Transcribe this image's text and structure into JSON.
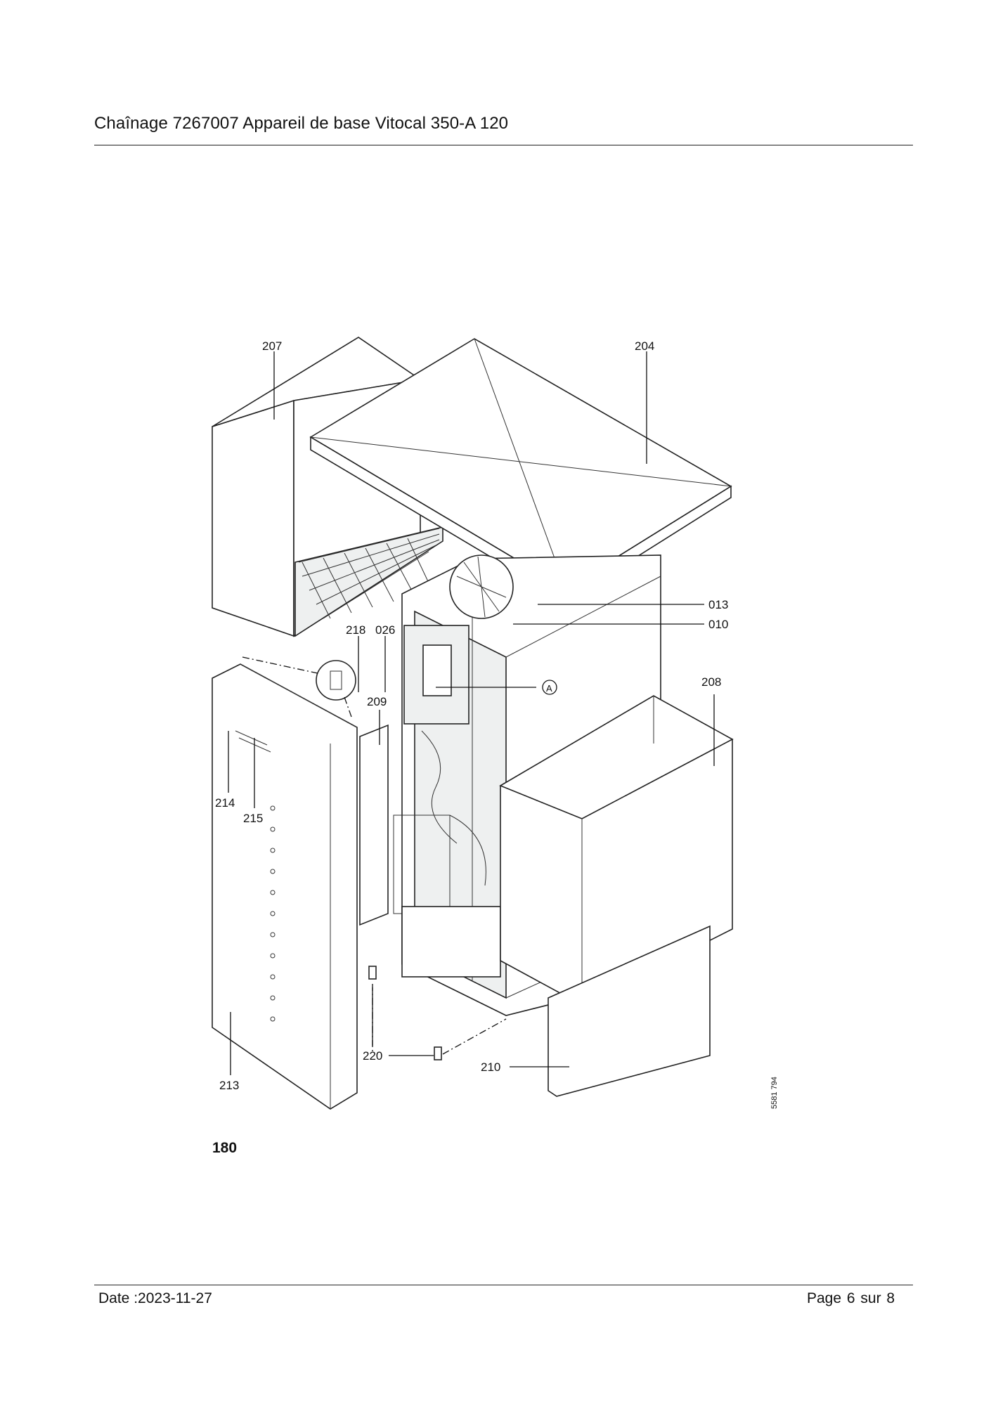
{
  "header": {
    "title": "Chaînage 7267007 Appareil de base Vitocal 350-A 120"
  },
  "figure": {
    "figure_number": "180",
    "drawing_id": "5581 794",
    "callouts": {
      "c207": "207",
      "c204": "204",
      "c013": "013",
      "c010": "010",
      "c218": "218",
      "c026": "026",
      "cA": "A",
      "c208": "208",
      "c209": "209",
      "c214": "214",
      "c215": "215",
      "c220": "220",
      "c210": "210",
      "c213": "213"
    }
  },
  "footer": {
    "date": "Date :2023-11-27",
    "page": "Page 6 sur  8"
  }
}
